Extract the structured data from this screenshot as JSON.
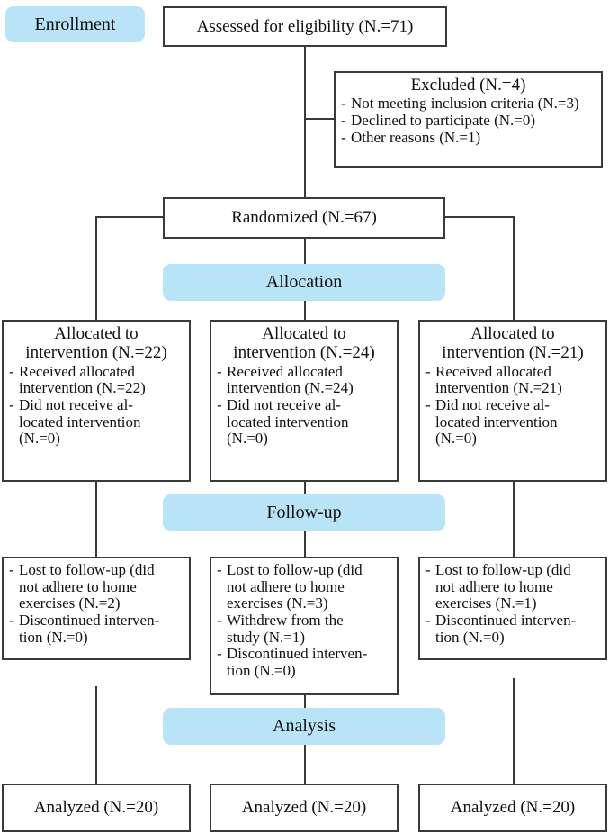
{
  "diagram": {
    "type": "consort-flow-diagram",
    "accent_color": "#b9e3f6",
    "line_color": "#3a3a3a",
    "background": "#ffffff"
  },
  "phases": {
    "enrollment": "Enrollment",
    "allocation": "Allocation",
    "followup": "Follow-up",
    "analysis": "Analysis"
  },
  "enrollment": {
    "assessed": "Assessed for eligibility (N.=71)",
    "excluded_title": "Excluded (N.=4)",
    "excluded_items": [
      "Not meeting inclusion criteria (N.=3)",
      "Declined to participate (N.=0)",
      "Other reasons (N.=1)"
    ],
    "randomized": "Randomized (N.=67)"
  },
  "allocation": {
    "arms": [
      {
        "title": "Allocated to\nintervention (N.=22)",
        "items": [
          "Received allocated\nintervention (N.=22)",
          "Did not receive al-\nlocated intervention\n(N.=0)"
        ]
      },
      {
        "title": "Allocated to\nintervention (N.=24)",
        "items": [
          "Received allocated\nintervention (N.=24)",
          "Did not receive al-\nlocated intervention\n(N.=0)"
        ]
      },
      {
        "title": "Allocated to\nintervention (N.=21)",
        "items": [
          "Received allocated\nintervention (N.=21)",
          "Did not receive al-\nlocated intervention\n(N.=0)"
        ]
      }
    ]
  },
  "followup": {
    "arms": [
      {
        "items": [
          "Lost to follow-up (did\nnot adhere to home\nexercises (N.=2)",
          "Discontinued interven-\ntion (N.=0)"
        ]
      },
      {
        "items": [
          "Lost to follow-up (did\nnot adhere to home\nexercises (N.=3)",
          "Withdrew from the\nstudy (N.=1)",
          "Discontinued interven-\ntion (N.=0)"
        ]
      },
      {
        "items": [
          "Lost to follow-up (did\nnot adhere to home\nexercises (N.=1)",
          "Discontinued interven-\ntion (N.=0)"
        ]
      }
    ]
  },
  "analysis": {
    "arms": [
      {
        "label": "Analyzed (N.=20)"
      },
      {
        "label": "Analyzed (N.=20)"
      },
      {
        "label": "Analyzed (N.=20)"
      }
    ]
  }
}
